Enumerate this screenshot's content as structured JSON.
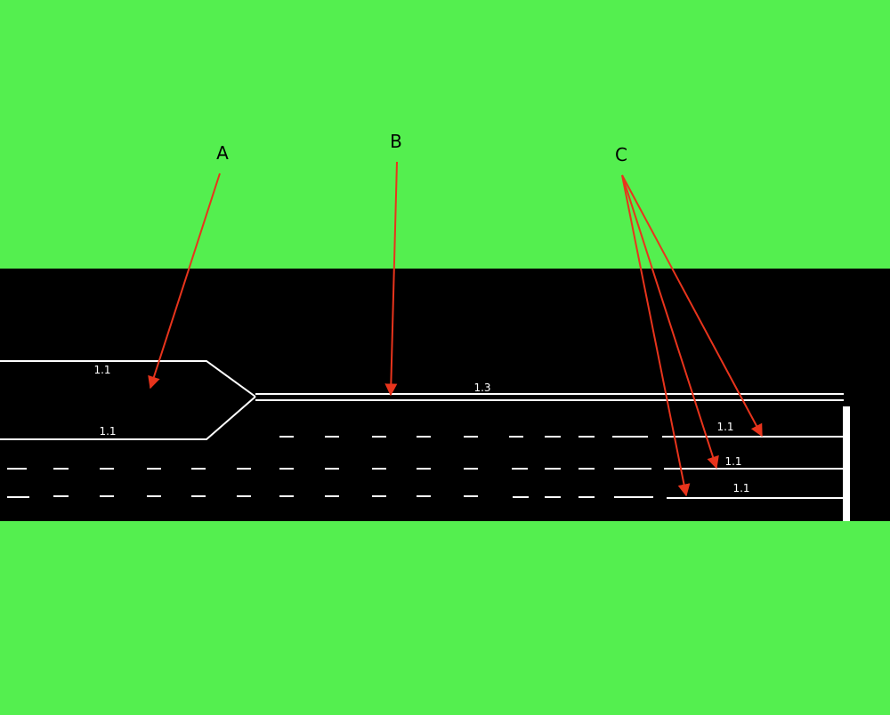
{
  "colors": {
    "grass": "#54EF4F",
    "road": "#000000",
    "marking": "#FFFFFF",
    "arrow": "#E8341C",
    "callout_text": "#000000"
  },
  "callouts": {
    "a": "A",
    "b": "B",
    "c": "C"
  },
  "markings": {
    "upper_left_solid": "1.1",
    "lower_left_solid": "1.1",
    "double_solid": "1.3",
    "right_lane_1": "1.1",
    "right_lane_2": "1.1",
    "right_lane_3": "1.1"
  }
}
